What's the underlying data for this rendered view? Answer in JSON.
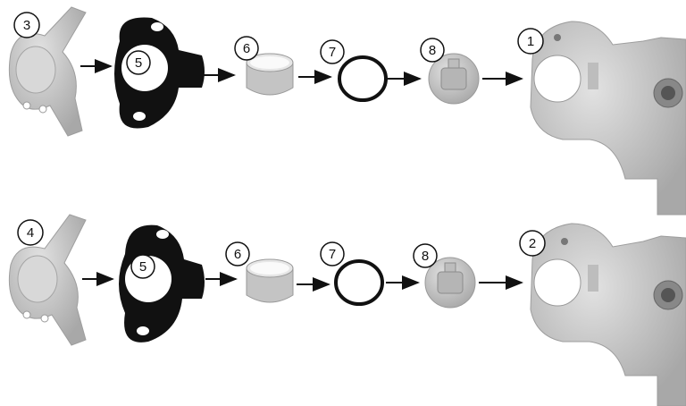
{
  "rows": [
    {
      "callouts": {
        "cover": "3",
        "gasket": "5",
        "sleeve": "6",
        "oring": "7",
        "insert": "8",
        "valve": "1"
      }
    },
    {
      "callouts": {
        "cover": "4",
        "gasket": "5",
        "sleeve": "6",
        "oring": "7",
        "insert": "8",
        "valve": "2"
      }
    }
  ],
  "colors": {
    "part_gray": "#c9c9c9",
    "part_shadow": "#9e9e9e",
    "gasket_black": "#111111",
    "arrow": "#111111"
  }
}
